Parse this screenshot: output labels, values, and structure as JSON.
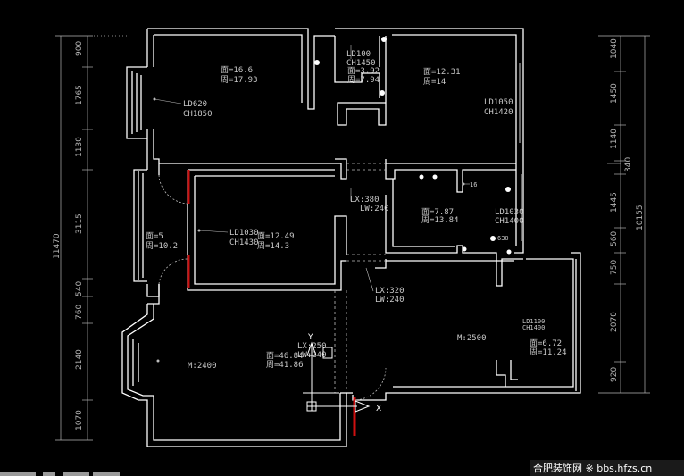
{
  "rooms": [
    {
      "id": "r1",
      "area": "面=16.6",
      "perimeter": "周=17.93"
    },
    {
      "id": "r2",
      "area": "面=3.92",
      "perimeter": "周=7.94"
    },
    {
      "id": "r3",
      "area": "面=12.31",
      "perimeter": "周=14"
    },
    {
      "id": "r4",
      "area": "面=5",
      "perimeter": "周=10.2"
    },
    {
      "id": "r5",
      "area": "面=12.49",
      "perimeter": "周=14.3"
    },
    {
      "id": "r6",
      "area": "面=7.87",
      "perimeter": "周=13.84"
    },
    {
      "id": "r7",
      "area": "面=46.84",
      "perimeter": "周=41.86"
    },
    {
      "id": "r8",
      "area": "面=6.72",
      "perimeter": "周=11.24"
    }
  ],
  "windows": [
    {
      "id": "w1",
      "ld": "LD620",
      "ch": "CH1850"
    },
    {
      "id": "w2",
      "ld": "LD1050",
      "ch": "CH1420"
    },
    {
      "id": "w3",
      "ld": "LD1030",
      "ch": "CH1430"
    },
    {
      "id": "w4",
      "ld": "LD1030",
      "ch": "CH1400"
    },
    {
      "id": "w5",
      "ld": "LD100",
      "ch": "CH1450"
    },
    {
      "id": "w6",
      "ld": "LD1100",
      "ch": "CH1400"
    }
  ],
  "openings": [
    {
      "id": "o1",
      "lx": "LX:380",
      "lw": "LW:240"
    },
    {
      "id": "o2",
      "lx": "LX:320",
      "lw": "LW:240"
    },
    {
      "id": "o3",
      "lx": "LX:250",
      "lw": "LW:240"
    }
  ],
  "ceiling_heights": [
    {
      "id": "m1",
      "label": "M:2500"
    },
    {
      "id": "m2",
      "label": "M:2400"
    }
  ],
  "misc": {
    "small_label": "630",
    "tiny_label": "16"
  },
  "dimensions_left": [
    "900",
    "1765",
    "1130",
    "3115",
    "540",
    "760",
    "2140",
    "1070"
  ],
  "dimensions_left_total": "11470",
  "dimensions_right": [
    "1040",
    "1450",
    "1140",
    "340",
    "1445",
    "560",
    "750",
    "2070",
    "920"
  ],
  "dimensions_right_total": "10155",
  "axis": {
    "y": "Y",
    "x": "X"
  },
  "watermark": "合肥装饰网 ※ bbs.hfzs.cn",
  "colors": {
    "background": "#000000",
    "wall": "#ffffff",
    "door_marker": "#d01010",
    "text": "#c8c8c8"
  }
}
